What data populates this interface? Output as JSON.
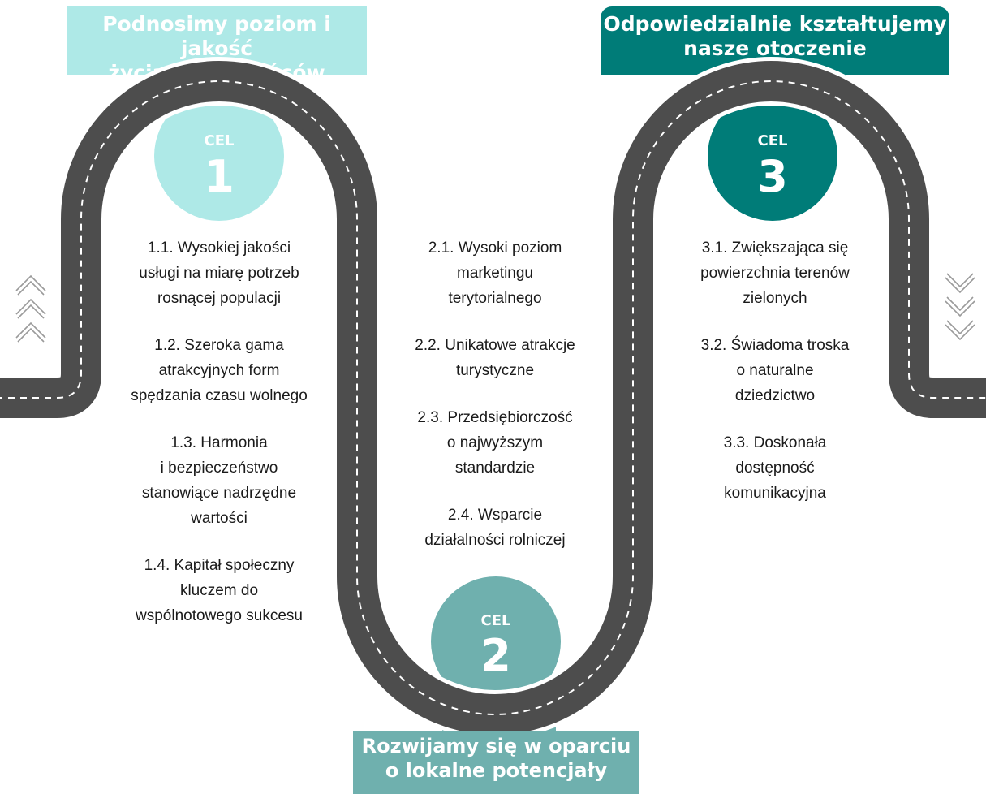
{
  "colors": {
    "goal1": "#aee9e7",
    "goal2": "#6fb0ae",
    "goal3": "#007c78",
    "road": "#4d4d4d",
    "road_edge": "#ffffff",
    "chevron": "#9a9a9a"
  },
  "goal1": {
    "banner": [
      "Podnosimy poziom i jakość",
      "życia mieszkańców"
    ],
    "cel": "CEL",
    "number": "1",
    "items": [
      "1.1. Wysokiej jakości\nusługi na miarę potrzeb\nrosnącej populacji",
      "1.2. Szeroka gama\natrakcyjnych form\nspędzania czasu wolnego",
      "1.3. Harmonia\ni bezpieczeństwo\nstanowiące nadrzędne\nwartości",
      "1.4. Kapitał społeczny\nkluczem do\nwspólnotowego sukcesu"
    ]
  },
  "goal2": {
    "banner": [
      "Rozwijamy się w oparciu",
      "o lokalne potencjały"
    ],
    "cel": "CEL",
    "number": "2",
    "items": [
      "2.1. Wysoki poziom\nmarketingu\nterytorialnego",
      "2.2. Unikatowe atrakcje\nturystyczne",
      "2.3. Przedsiębiorczość\no najwyższym\nstandardzie",
      "2.4. Wsparcie\ndziałalności rolniczej"
    ]
  },
  "goal3": {
    "banner": [
      "Odpowiedzialnie kształtujemy",
      "nasze otoczenie"
    ],
    "cel": "CEL",
    "number": "3",
    "items": [
      "3.1. Zwiększająca się\npowierzchnia terenów\nzielonych",
      "3.2. Świadoma troska\no naturalne\ndziedzictwo",
      "3.3. Doskonała\ndostępność\nkomunikacyjna"
    ]
  },
  "icons": {
    "left": "chevrons-up-icon",
    "right": "chevrons-down-icon"
  }
}
